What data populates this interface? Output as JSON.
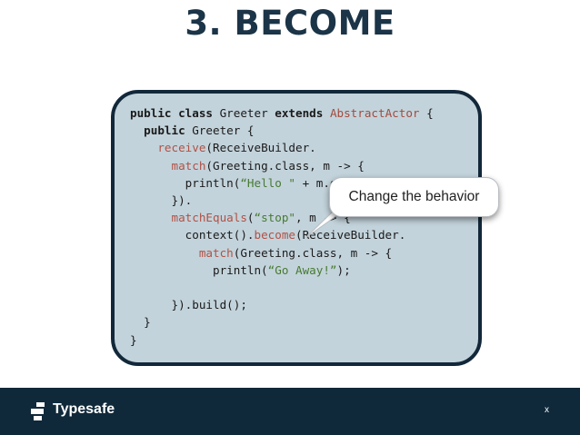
{
  "slide": {
    "title": "3. BECOME"
  },
  "code": {
    "lines": [
      [
        [
          "kw",
          "public"
        ],
        [
          "t",
          " "
        ],
        [
          "kw",
          "class"
        ],
        [
          "t",
          " Greeter "
        ],
        [
          "kw",
          "extends"
        ],
        [
          "t",
          " "
        ],
        [
          "ty",
          "AbstractActor"
        ],
        [
          "t",
          " {"
        ]
      ],
      [
        [
          "t",
          "  "
        ],
        [
          "kw",
          "public"
        ],
        [
          "t",
          " Greeter {"
        ]
      ],
      [
        [
          "t",
          "    "
        ],
        [
          "fn",
          "receive"
        ],
        [
          "t",
          "(ReceiveBuilder."
        ]
      ],
      [
        [
          "t",
          "      "
        ],
        [
          "fn",
          "match"
        ],
        [
          "t",
          "(Greeting.class, m -> {"
        ]
      ],
      [
        [
          "t",
          "        println("
        ],
        [
          "st",
          "“Hello \""
        ],
        [
          "t",
          " + m.get"
        ],
        [
          "t",
          ")"
        ]
      ],
      [
        [
          "t",
          "      })."
        ]
      ],
      [
        [
          "t",
          "      "
        ],
        [
          "fn",
          "matchEquals"
        ],
        [
          "t",
          "("
        ],
        [
          "st",
          "“stop\""
        ],
        [
          "t",
          ", m -> {"
        ]
      ],
      [
        [
          "t",
          "        context()."
        ],
        [
          "fn",
          "become"
        ],
        [
          "t",
          "(ReceiveBuilder."
        ]
      ],
      [
        [
          "t",
          "          "
        ],
        [
          "fn",
          "match"
        ],
        [
          "t",
          "(Greeting.class, m -> {"
        ]
      ],
      [
        [
          "t",
          "            println("
        ],
        [
          "st",
          "“Go Away!”"
        ],
        [
          "t",
          ");"
        ]
      ],
      [
        [
          "t",
          ""
        ]
      ],
      [
        [
          "t",
          "      }).build();"
        ]
      ],
      [
        [
          "t",
          "  }"
        ]
      ],
      [
        [
          "t",
          "}"
        ]
      ]
    ]
  },
  "callout": {
    "text": "Change the behavior"
  },
  "footer": {
    "logo_text": "Typesafe",
    "slide_number": "x"
  },
  "colors": {
    "title": "#1b3447",
    "card_bg": "#c3d3db",
    "card_border": "#12283a",
    "footer_bg": "#10293a",
    "keyword": "#1a1a1a",
    "type": "#a24a3f",
    "method": "#b15145",
    "string": "#477a32"
  },
  "icons": {
    "logo": "typesafe-logo-icon"
  }
}
